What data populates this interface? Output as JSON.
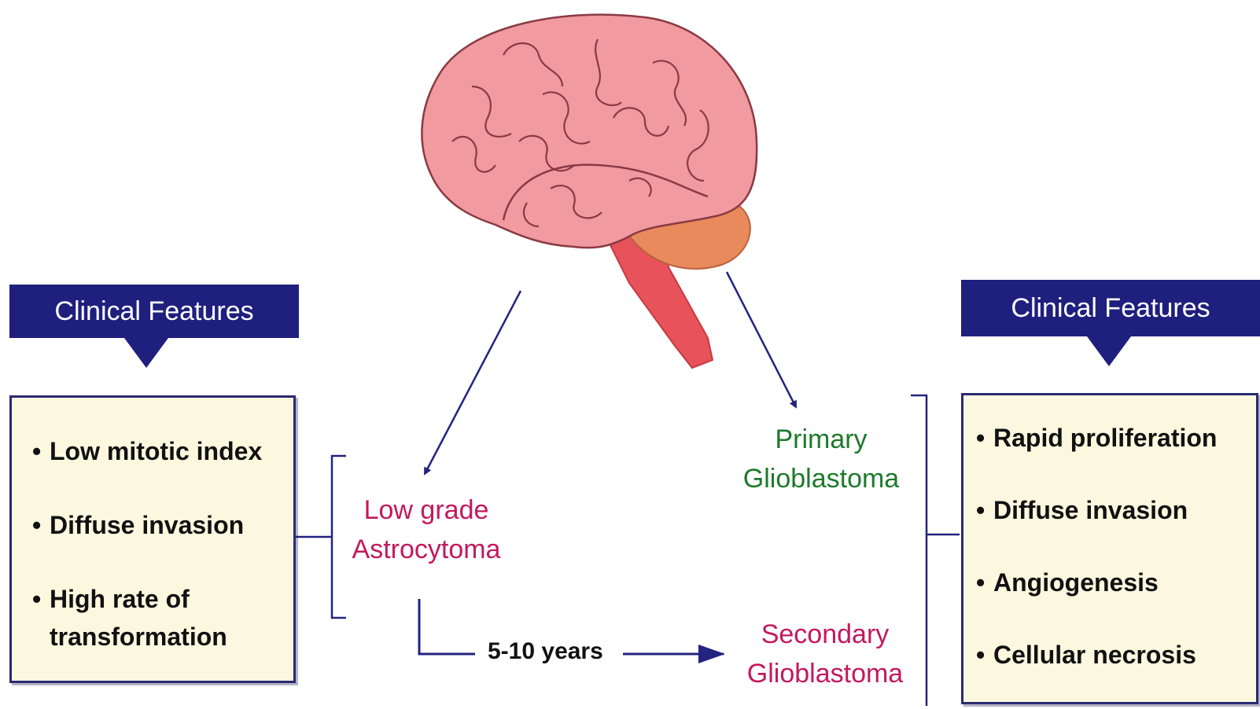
{
  "left_panel": {
    "header": "Clinical Features",
    "items": [
      "Low mitotic index",
      "Diffuse invasion",
      "High rate of transformation"
    ]
  },
  "right_panel": {
    "header": "Clinical Features",
    "items": [
      "Rapid proliferation",
      "Diffuse invasion",
      "Angiogenesis",
      "Cellular necrosis"
    ]
  },
  "nodes": {
    "low_grade": {
      "line1": "Low grade",
      "line2": "Astrocytoma"
    },
    "primary": {
      "line1": "Primary",
      "line2": "Glioblastoma"
    },
    "secondary": {
      "line1": "Secondary",
      "line2": "Glioblastoma"
    }
  },
  "progression": {
    "label": "5-10 years"
  },
  "colors": {
    "header_bg": "#1f1f7e",
    "box_bg": "#fbf8df",
    "pink_text": "#c3195d",
    "green_text": "#1d7a2b",
    "arrow": "#232380",
    "brain": "#f19aa0",
    "cerebellum": "#e88a5c",
    "brainstem": "#e8525a"
  },
  "icons": {
    "brain": "brain-icon"
  }
}
